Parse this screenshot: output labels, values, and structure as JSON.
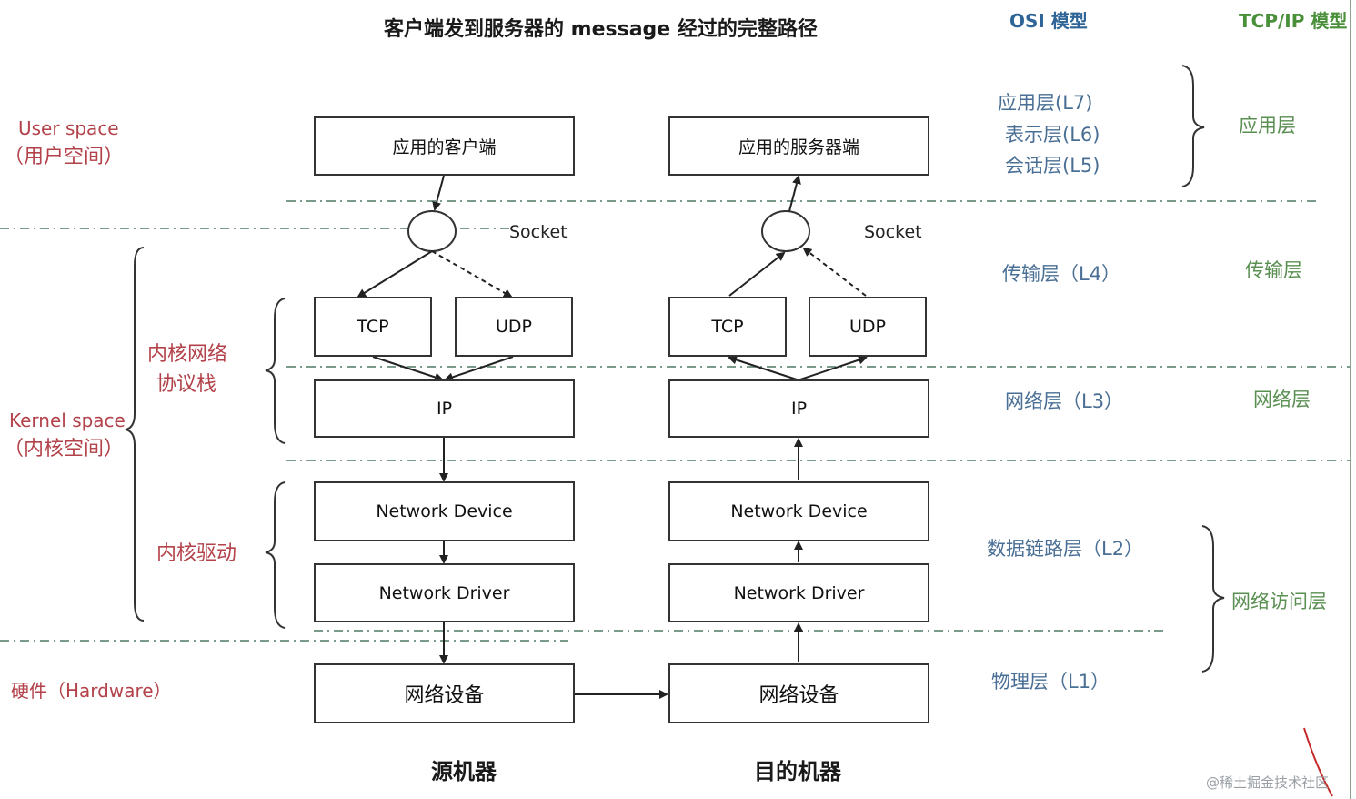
{
  "title": "客户端发到服务器的 message 经过的完整路径",
  "headers": {
    "osi": "OSI 模型",
    "tcpip": "TCP/IP 模型"
  },
  "left_labels": {
    "user_space": "User space",
    "user_space_cn": "（用户空间）",
    "stack_1": "内核网络",
    "stack_2": "协议栈",
    "kernel_space": "Kernel space",
    "kernel_space_cn": "（内核空间）",
    "driver": "内核驱动",
    "hardware": "硬件（Hardware）"
  },
  "source": {
    "app": "应用的客户端",
    "socket": "Socket",
    "tcp": "TCP",
    "udp": "UDP",
    "ip": "IP",
    "device": "Network Device",
    "driver": "Network Driver",
    "hw": "网络设备",
    "caption": "源机器"
  },
  "dest": {
    "app": "应用的服务器端",
    "socket": "Socket",
    "tcp": "TCP",
    "udp": "UDP",
    "ip": "IP",
    "device": "Network Device",
    "driver": "Network Driver",
    "hw": "网络设备",
    "caption": "目的机器"
  },
  "osi_layers": {
    "l7": "应用层(L7)",
    "l6": "表示层(L6)",
    "l5": "会话层(L5)",
    "l4": "传输层（L4）",
    "l3": "网络层（L3）",
    "l2": "数据链路层（L2）",
    "l1": "物理层（L1）"
  },
  "tcpip_layers": {
    "app": "应用层",
    "transport": "传输层",
    "network": "网络层",
    "access": "网络访问层"
  },
  "watermark": "@稀土掘金技术社区",
  "colors": {
    "red": "#b3424a",
    "blue": "#4a6f95",
    "green": "#5a8f52",
    "line": "#333333",
    "dash": "#7a9a8a"
  }
}
